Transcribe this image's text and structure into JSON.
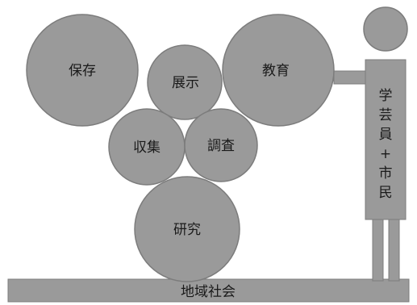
{
  "diagram": {
    "circles": [
      {
        "label": "保存"
      },
      {
        "label": "展示"
      },
      {
        "label": "教育"
      },
      {
        "label": "収集"
      },
      {
        "label": "調査"
      },
      {
        "label": "研究"
      }
    ],
    "person_label": [
      "学",
      "芸",
      "員",
      "+",
      "市",
      "民"
    ],
    "base_label": "地域社会",
    "colors": {
      "shape_fill": "#9a9a9a",
      "shape_stroke": "#7c7c7c",
      "text": "#1a1a1a",
      "background": "#ffffff"
    }
  }
}
